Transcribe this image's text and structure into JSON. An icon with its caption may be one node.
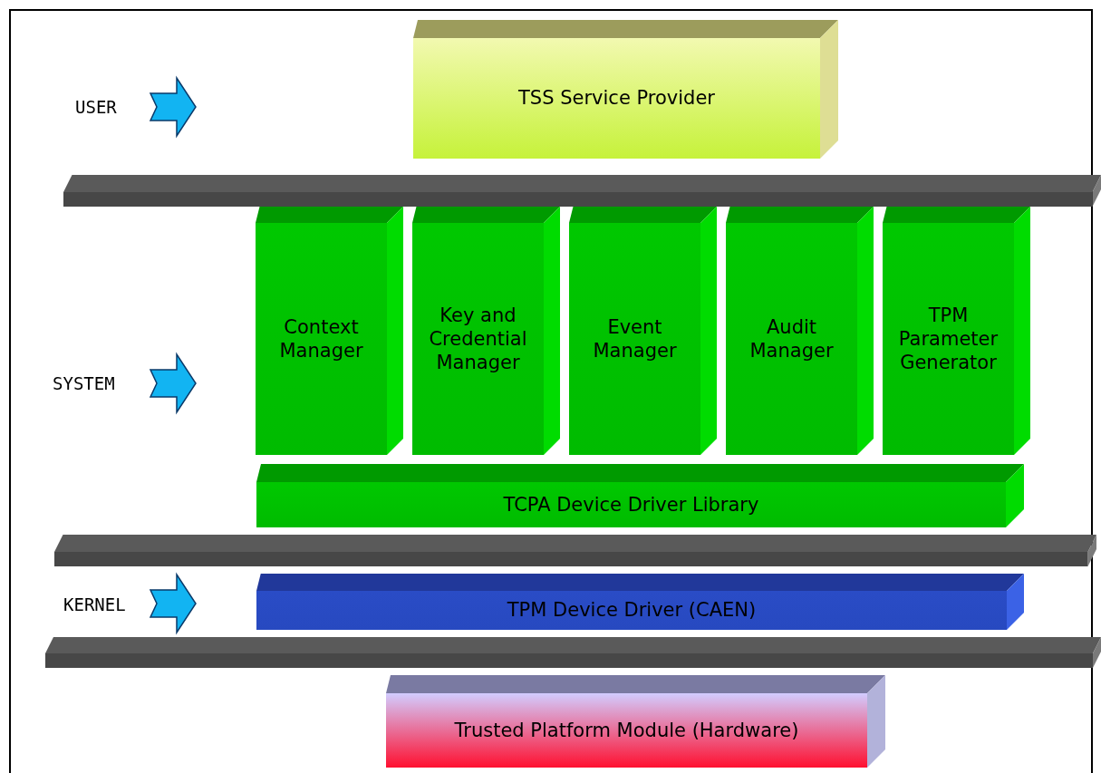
{
  "diagram": {
    "nodes": [
      {
        "text": [
          "TSS Service Provider"
        ]
      },
      {
        "text": [
          "Context Manager"
        ]
      },
      {
        "text": [
          "Key and Credential Manager"
        ]
      },
      {
        "text": [
          "Event Manager"
        ]
      },
      {
        "text": [
          "Audit Manager"
        ]
      },
      {
        "text": [
          "TPM Parameter Generator"
        ]
      },
      {
        "text": [
          "TCPA Device Driver Library"
        ]
      },
      {
        "text": [
          "TPM Device Driver (CAEN)"
        ]
      },
      {
        "text": [
          "Trusted Platform Module (Hardware)"
        ]
      }
    ],
    "labels": [
      "USER",
      "SYSTEM",
      "KERNEL"
    ]
  }
}
